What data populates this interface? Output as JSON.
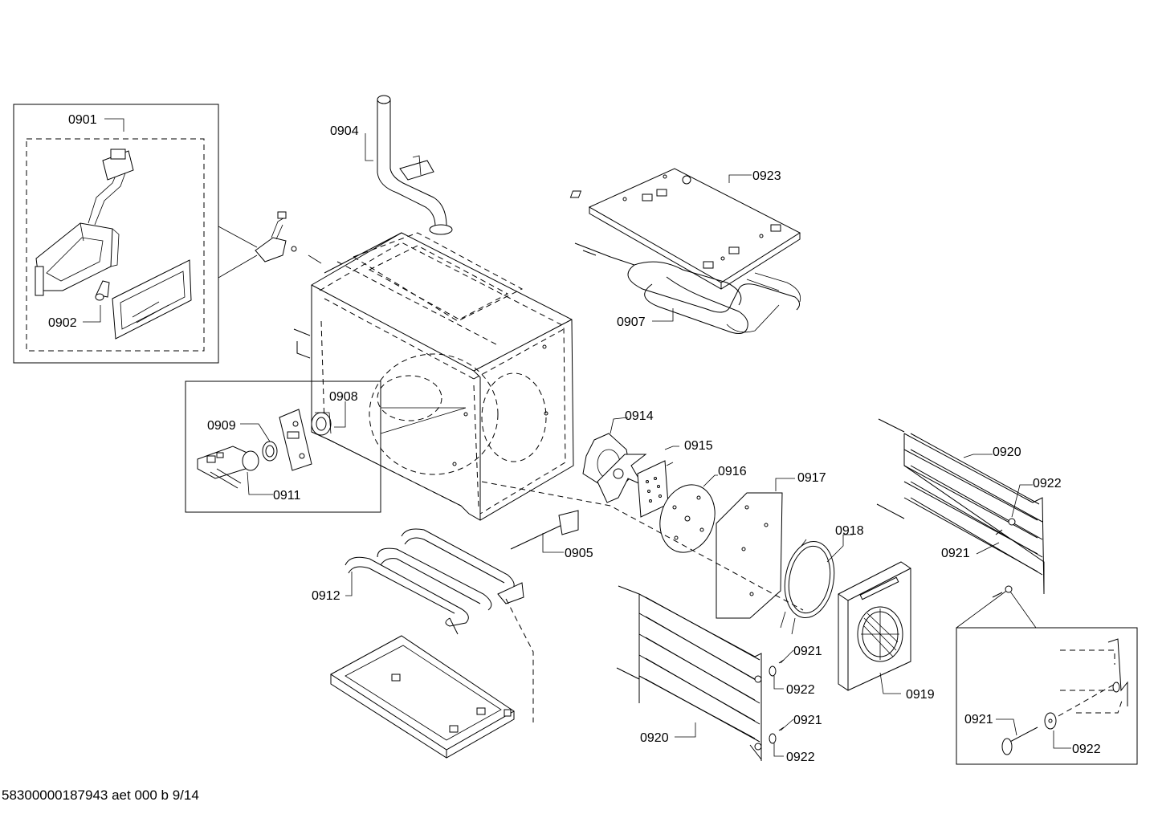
{
  "document_code": "58300000187943 aet 000 b 9/14",
  "part_labels": [
    "0901",
    "0902",
    "0904",
    "0923",
    "0907",
    "0908",
    "0909",
    "0911",
    "0914",
    "0915",
    "0916",
    "0917",
    "0920",
    "0922",
    "0921",
    "0918",
    "0905",
    "0912",
    "0921",
    "0922",
    "0921",
    "0922",
    "0919",
    "0920",
    "0921",
    "0922"
  ]
}
